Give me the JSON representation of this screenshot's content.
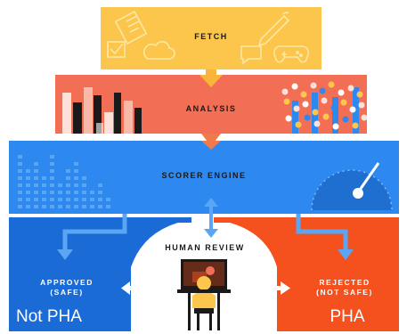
{
  "stages": {
    "fetch": "FETCH",
    "analysis": "ANALYSIS",
    "scorer": "SCORER ENGINE",
    "review": "HUMAN REVIEW"
  },
  "outcomes": {
    "approved_line1": "APPROVED",
    "approved_line2": "(SAFE)",
    "rejected_line1": "REJECTED",
    "rejected_line2": "(NOT SAFE)",
    "not_pha": "Not PHA",
    "pha": "PHA"
  },
  "colors": {
    "fetch": "#fbc64b",
    "analysis": "#f26f55",
    "scorer": "#2d89ef",
    "approved": "#1a6bd6",
    "rejected": "#f4511e",
    "connector": "#f07a4d"
  },
  "icons": [
    "document-icon",
    "checkbox-icon",
    "cloud-icon",
    "pen-icon",
    "chat-icon",
    "gamepad-icon",
    "bar-chart-icon",
    "dot-plot-icon",
    "waveform-icon",
    "gauge-icon",
    "reviewer-icon"
  ]
}
